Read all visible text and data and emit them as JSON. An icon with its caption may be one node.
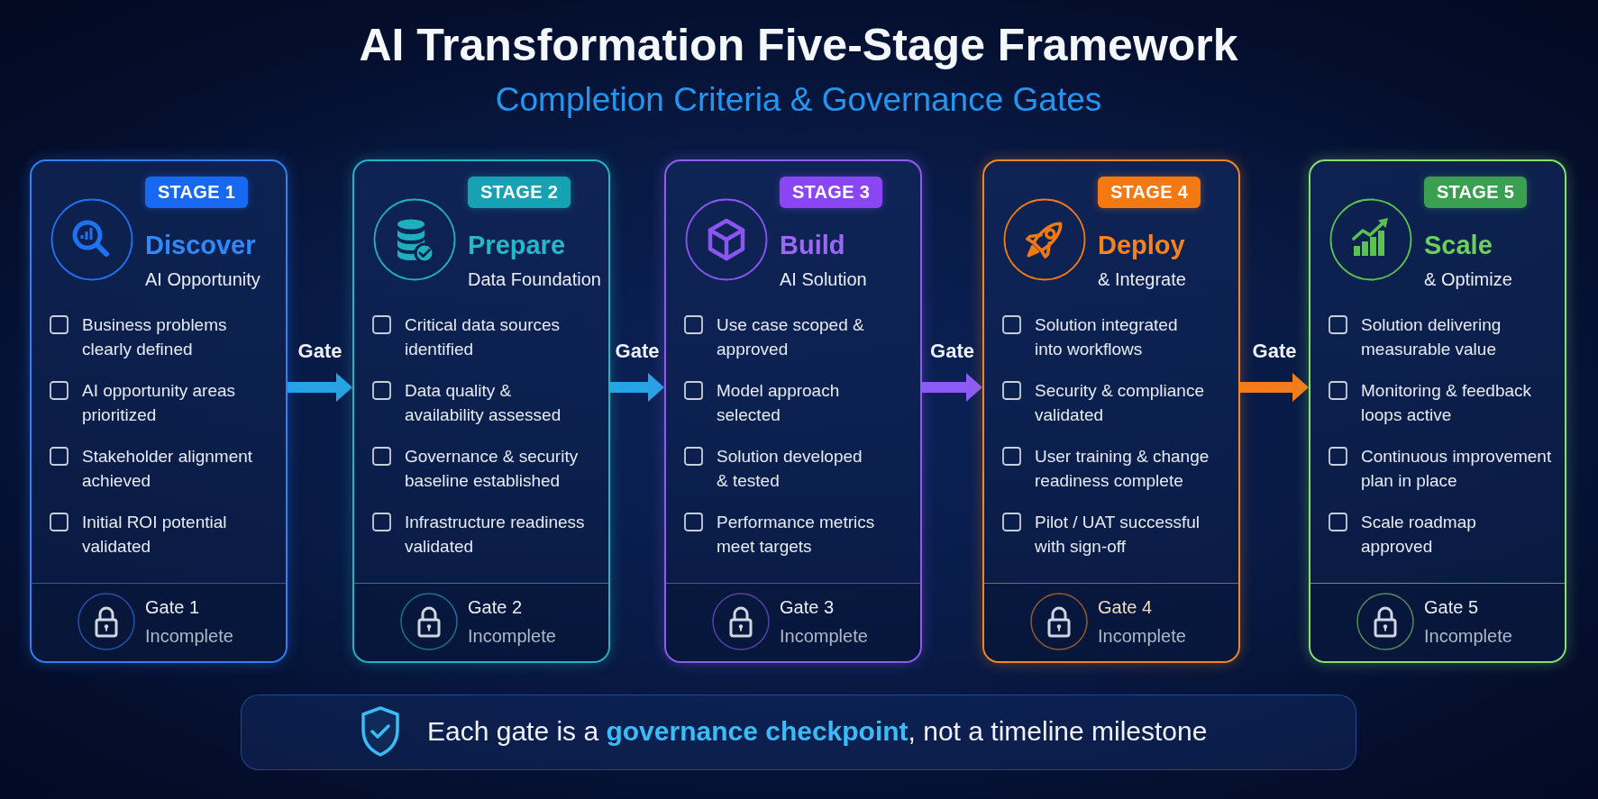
{
  "diagram": {
    "title": "AI Transformation Five-Stage Framework",
    "nodes": [
      {
        "text": [
          "Discover",
          "AI Opportunity",
          "Business problems clearly defined",
          "AI opportunity areas prioritized",
          "Stakeholder alignment achieved",
          "Initial ROI potential validated"
        ]
      },
      {
        "text": [
          "STAGE 1"
        ],
        "in": 0
      },
      {
        "text": [
          "Gate 1",
          "Incomplete"
        ],
        "in": 0
      },
      {
        "text": [
          "Prepare",
          "Data Foundation",
          "Critical data sources identified",
          "Data quality & availability assessed",
          "Governance & security baseline established",
          "Infrastructure readiness validated"
        ]
      },
      {
        "text": [
          "STAGE 2"
        ],
        "in": 3
      },
      {
        "text": [
          "Gate 2",
          "Incomplete"
        ],
        "in": 3
      },
      {
        "text": [
          "Build",
          "AI Solution",
          "Use case scoped & approved",
          "Model approach selected",
          "Solution developed & tested",
          "Performance metrics meet targets"
        ]
      },
      {
        "text": [
          "STAGE 3"
        ],
        "in": 6
      },
      {
        "text": [
          "Gate 3",
          "Incomplete"
        ],
        "in": 6
      },
      {
        "text": [
          "Deploy",
          "& Integrate",
          "Solution integrated into workflows",
          "Security & compliance validated",
          "User training & change readiness complete",
          "Pilot / UAT successful with sign-off"
        ]
      },
      {
        "text": [
          "STAGE 4"
        ],
        "in": 9
      },
      {
        "text": [
          "Gate 4",
          "Incomplete"
        ],
        "in": 9
      },
      {
        "text": [
          "Scale",
          "& Optimize",
          "Solution delivering measurable value",
          "Monitoring & feedback loops active",
          "Continuous improvement plan in place",
          "Scale roadmap approved"
        ]
      },
      {
        "text": [
          "STAGE 5"
        ],
        "in": 12
      },
      {
        "text": [
          "Gate 5",
          "Incomplete"
        ],
        "in": 12
      },
      {
        "text": [
          "Each gate is a **governance checkpoint**, not a timeline milestone"
        ]
      }
    ],
    "edges": [
      {
        "from": 0,
        "to": 3,
        "arrow": "to",
        "label": "Gate"
      },
      {
        "from": 3,
        "to": 6,
        "arrow": "to",
        "label": "Gate"
      },
      {
        "from": 6,
        "to": 9,
        "arrow": "to",
        "label": "Gate",
        "color": "#8b5cf6"
      },
      {
        "from": 9,
        "to": 12,
        "arrow": "to",
        "label": "Gate",
        "color": "#f47c1a"
      }
    ],
    "labels": [
      "Completion Criteria & Governance Gates"
    ]
  }
}
